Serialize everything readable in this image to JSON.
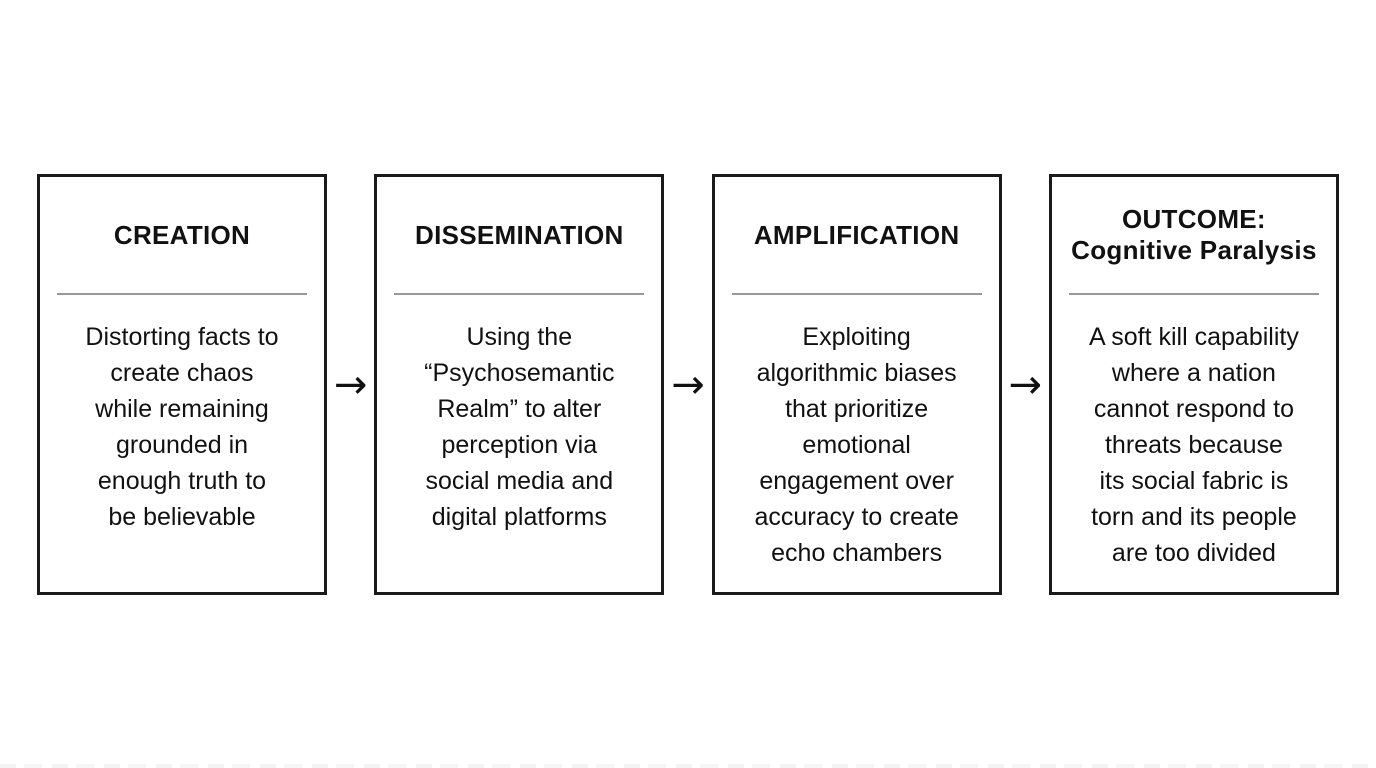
{
  "diagram": {
    "background_color": "#ffffff",
    "box_border_color": "#1a1a1a",
    "divider_color": "#999999",
    "text_color": "#111111",
    "arrow_glyph": "→",
    "stages": [
      {
        "title": "CREATION",
        "body": "Distorting facts to\ncreate chaos\nwhile remaining\ngrounded in\nenough truth to\nbe believable"
      },
      {
        "title": "DISSEMINATION",
        "body": "Using the\n“Psychosemantic\nRealm” to alter\nperception via\nsocial media and\ndigital platforms"
      },
      {
        "title": "AMPLIFICATION",
        "body": "Exploiting\nalgorithmic biases\nthat prioritize\nemotional\nengagement over\naccuracy to create\necho chambers"
      },
      {
        "title": "OUTCOME:\nCognitive Paralysis",
        "body": "A soft kill capability\nwhere a nation\ncannot respond to\nthreats because\nits social fabric is\ntorn and its people\nare too divided"
      }
    ]
  }
}
